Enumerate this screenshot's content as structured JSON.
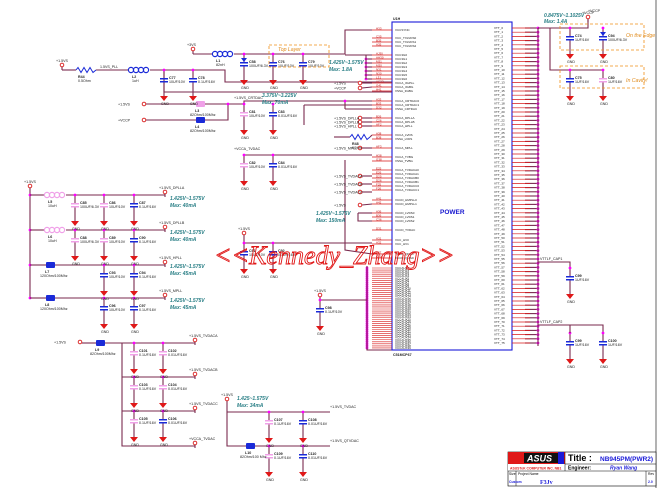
{
  "sheet": {
    "chip_ref": "U1H",
    "chip_part": "C51MCP67",
    "chip_label": "POWER",
    "watermark": "<<Kennedy_Zhang>>"
  },
  "notes": {
    "top_layer": "Top Layer",
    "on_the_edge": "On the Edge",
    "in_cavity": "In Cavity!",
    "vtt_range": "0.8475V~1.1025V",
    "vtt_max": "Max: 1.4A",
    "core_range": "1.425V~1.575V",
    "core_max": "Max: 1.8A",
    "dac_range": "3.375V~3.225V",
    "dac_max": "Max: 70mA",
    "pll_a_range": "1.425V~1.575V",
    "pll_a_max": "Max: 40mA",
    "pll_b_range": "1.425V~1.575V",
    "pll_b_max": "Max: 40mA",
    "hpll_range": "1.425V~1.575V",
    "hpll_max": "Max: 45mA",
    "mpll_range": "1.425V~1.575V",
    "mpll_max": "Max: 45mA",
    "lvds_range": "1.425V~1.575V",
    "lvds_max": "Max: 150mA",
    "tv_range": "1.425~1.575V",
    "tv_max": "Max: 34mA"
  },
  "nets": {
    "p1v5_a": "+1.5VS",
    "p1v5_b": "+1.5VS",
    "p3v": "+3VS",
    "accp": "+VCCP",
    "accp2": "+VCCP",
    "dac": "+1.5VS_CRTDAC",
    "vcca_tvdac": "+VCCA_TVDAC",
    "p1v5_c": "+1.5VS",
    "pll_a": "+1.5VS_DPLLA",
    "pll_b": "+1.5VS_DPLLB",
    "hpll": "+1.5VS_HPLL",
    "mpll": "+1.5VS_MPLL",
    "p1v5_d": "+1.5VS",
    "tvdaca": "+1.5VS_TVDACA",
    "tvdacb": "+1.5VS_TVDACB",
    "tvdacc": "+1.5VS_TVDACC",
    "vcca_tvdac2": "+VCCA_TVDAC",
    "p1v5_e": "+1.5VS",
    "vtt_cap1": "VTTLF_CAP1",
    "vtt_cap2": "VTTLF_CAP2",
    "gnd": "GND"
  },
  "components": {
    "R44": {
      "ref": "R44",
      "value": "0.5Ohm"
    },
    "L1": {
      "ref": "L1",
      "value": "82nH"
    },
    "L2": {
      "ref": "L2",
      "value": "1uH"
    },
    "L3": {
      "ref": "L3",
      "value": "82Ohm/100Mhz"
    },
    "L4": {
      "ref": "L4",
      "value": "82Ohm/100Mhz"
    },
    "L5": {
      "ref": "L5",
      "value": "10uH"
    },
    "L6": {
      "ref": "L6",
      "value": "10uH"
    },
    "L7": {
      "ref": "L7",
      "value": "120Ohm/100Mhz"
    },
    "L8": {
      "ref": "L8",
      "value": "120Ohm/100Mhz"
    },
    "L9": {
      "ref": "L9",
      "value": "82Ohm/100Mhz"
    },
    "L10": {
      "ref": "L10",
      "value": "82Ohm/100 Mhz"
    },
    "R48": {
      "ref": "R48",
      "value": "0Ohm"
    },
    "C58": {
      "ref": "C58",
      "value": "100UF/6.3V"
    },
    "C76": {
      "ref": "C76",
      "value": "10UF/10V"
    },
    "C79": {
      "ref": "C79",
      "value": "10UF/10V"
    },
    "C77": {
      "ref": "C77",
      "value": "10UF/10V"
    },
    "C78": {
      "ref": "C78",
      "value": "0.1UF/16V"
    },
    "C81": {
      "ref": "C81",
      "value": "10UF/10V"
    },
    "C83": {
      "ref": "C83",
      "value": "0.01UF/16V"
    },
    "C82": {
      "ref": "C82",
      "value": "10UF/10V"
    },
    "C84": {
      "ref": "C84",
      "value": "0.01UF/16V"
    },
    "C74": {
      "ref": "C74",
      "value": "1UF/16V"
    },
    "C94": {
      "ref": "C94",
      "value": "100UF/6.3V"
    },
    "C75": {
      "ref": "C75",
      "value": "1UF/16V"
    },
    "C80": {
      "ref": "C80",
      "value": "1UF/16V"
    },
    "C85": {
      "ref": "C85",
      "value": "100UF/6.3V"
    },
    "C86": {
      "ref": "C86",
      "value": "10UF/10V"
    },
    "C87": {
      "ref": "C87",
      "value": "0.1UF/16V"
    },
    "C88": {
      "ref": "C88",
      "value": "100UF/6.3V"
    },
    "C89": {
      "ref": "C89",
      "value": "10UF/10V"
    },
    "C90": {
      "ref": "C90",
      "value": "0.1UF/16V"
    },
    "C93": {
      "ref": "C93",
      "value": "10UF/10V"
    },
    "C94b": {
      "ref": "C94",
      "value": "0.1UF/16V"
    },
    "C96": {
      "ref": "C96",
      "value": "10UF/10V"
    },
    "C97": {
      "ref": "C97",
      "value": "0.1UF/16V"
    },
    "C98": {
      "ref": "C98",
      "value": "0.1UF/10V"
    },
    "C99": {
      "ref": "C99",
      "value": "1UF/16V"
    },
    "C100": {
      "ref": "C100",
      "value": "1UF/16V"
    },
    "C101": {
      "ref": "C101",
      "value": "0.1UF/16V"
    },
    "C102": {
      "ref": "C102",
      "value": "0.01UF/16V"
    },
    "C103": {
      "ref": "C103",
      "value": "0.1UF/16V"
    },
    "C104": {
      "ref": "C104",
      "value": "0.01UF/16V"
    },
    "C105": {
      "ref": "C105",
      "value": "0.1UF/16V"
    },
    "C106": {
      "ref": "C106",
      "value": "0.01UF/16V"
    },
    "C107": {
      "ref": "C107",
      "value": "0.1UF/16V"
    },
    "C108": {
      "ref": "C108",
      "value": "0.01UF/16V"
    },
    "C109": {
      "ref": "C109",
      "value": "0.1UF/16V"
    },
    "C110": {
      "ref": "C110",
      "value": "0.01UF/16V"
    },
    "C91": {
      "ref": "C91",
      "value": "10UF/10V"
    },
    "C92": {
      "ref": "C92",
      "value": "0.1UF/16V"
    }
  },
  "left_pins": [
    {
      "pin": "H33",
      "name": "VCCSYNC"
    },
    {
      "pin": "C35",
      "name": "VCC_TXLVDS0"
    },
    {
      "pin": "B35",
      "name": "VCC_TXLVDS1"
    },
    {
      "pin": "A35",
      "name": "VCC_TXLVDS2"
    },
    {
      "pin": "AJ30",
      "name": "VCC3G0"
    },
    {
      "pin": "AH30",
      "name": "VCC3G1"
    },
    {
      "pin": "M31",
      "name": "VCC3G2"
    },
    {
      "pin": "M30",
      "name": "VCC3G3"
    },
    {
      "pin": "N31",
      "name": "VCC3G4"
    },
    {
      "pin": "N30",
      "name": "VCC3G5"
    },
    {
      "pin": "L31",
      "name": "VCC3G6"
    },
    {
      "pin": "AC33",
      "name": "VCCA_3GPLL"
    },
    {
      "pin": "G41",
      "name": "VCCA_3GBG"
    },
    {
      "pin": "H41",
      "name": "VSSA_3GBG"
    },
    {
      "pin": "A33",
      "name": "VCCA_CRTDAC0"
    },
    {
      "pin": "B33",
      "name": "VCCA_CRTDAC1"
    },
    {
      "pin": "D32",
      "name": "VSSA_CRTDAC"
    },
    {
      "pin": "B26",
      "name": "VCCA_DPLLA"
    },
    {
      "pin": "C26",
      "name": "VCCA_DPLLB"
    },
    {
      "pin": "AF2",
      "name": "VCCA_HPLL"
    },
    {
      "pin": "A38",
      "name": "VCCA_LVDS"
    },
    {
      "pin": "B38",
      "name": "VSSA_LVDS"
    },
    {
      "pin": "AF3",
      "name": "VCCA_MPLL"
    },
    {
      "pin": "H38",
      "name": "VCCA_TVBG"
    },
    {
      "pin": "G38",
      "name": "VSSA_TVBG"
    },
    {
      "pin": "E25",
      "name": "VCCA_TVDACA0"
    },
    {
      "pin": "E26",
      "name": "VCCA_TVDACA1"
    },
    {
      "pin": "D25",
      "name": "VCCA_TVDACB0"
    },
    {
      "pin": "D26",
      "name": "VCCA_TVDACB1"
    },
    {
      "pin": "F25",
      "name": "VCCA_TVDACC0"
    },
    {
      "pin": "F26",
      "name": "VCCA_TVDACC1"
    },
    {
      "pin": "A41",
      "name": "VCCD_HMPLL0"
    },
    {
      "pin": "A42",
      "name": "VCCD_HMPLL1"
    },
    {
      "pin": "A36",
      "name": "VCCD_LVDS0"
    },
    {
      "pin": "B36",
      "name": "VCCD_LVDS1"
    },
    {
      "pin": "C36",
      "name": "VCCD_LVDS2"
    },
    {
      "pin": "D31",
      "name": "VCCD_TVDAC"
    },
    {
      "pin": "A31",
      "name": "VCC_HV0"
    },
    {
      "pin": "A32",
      "name": "VCC_HV1"
    },
    {
      "pin": "B27",
      "name": "VCCD_QDAC"
    },
    {
      "pin": "C30",
      "name": "VCCD_QUAD"
    }
  ],
  "aux_pin_count": 40,
  "right_pin_count": 76,
  "title_block": {
    "logo": "ASUS",
    "company": "ASUSTeK COMPUTER INC. NB1",
    "title_label": "Title :",
    "title_value": "NB945PM(PWR2)",
    "engineer_label": "Engineer:",
    "engineer_value": "Ryan Wang",
    "size_label": "Size",
    "size_value": "Custom",
    "project_label": "Project Name",
    "project_value": "F3Jv",
    "rev_label": "Rev",
    "rev_value": "2.0"
  },
  "colors": {
    "wire": "#7a2a4e",
    "wire_light": "#a85a7e",
    "junction": "#ff00ff",
    "chip_border": "#1a1ad8",
    "pin_red": "#d81818",
    "ground": "#e01818",
    "cap_blue": "#1a2ad8",
    "cap_pink": "#f0a0e8",
    "note": "#2a7f86",
    "dash_box": "#f0901a",
    "watermark": "#e01818"
  }
}
